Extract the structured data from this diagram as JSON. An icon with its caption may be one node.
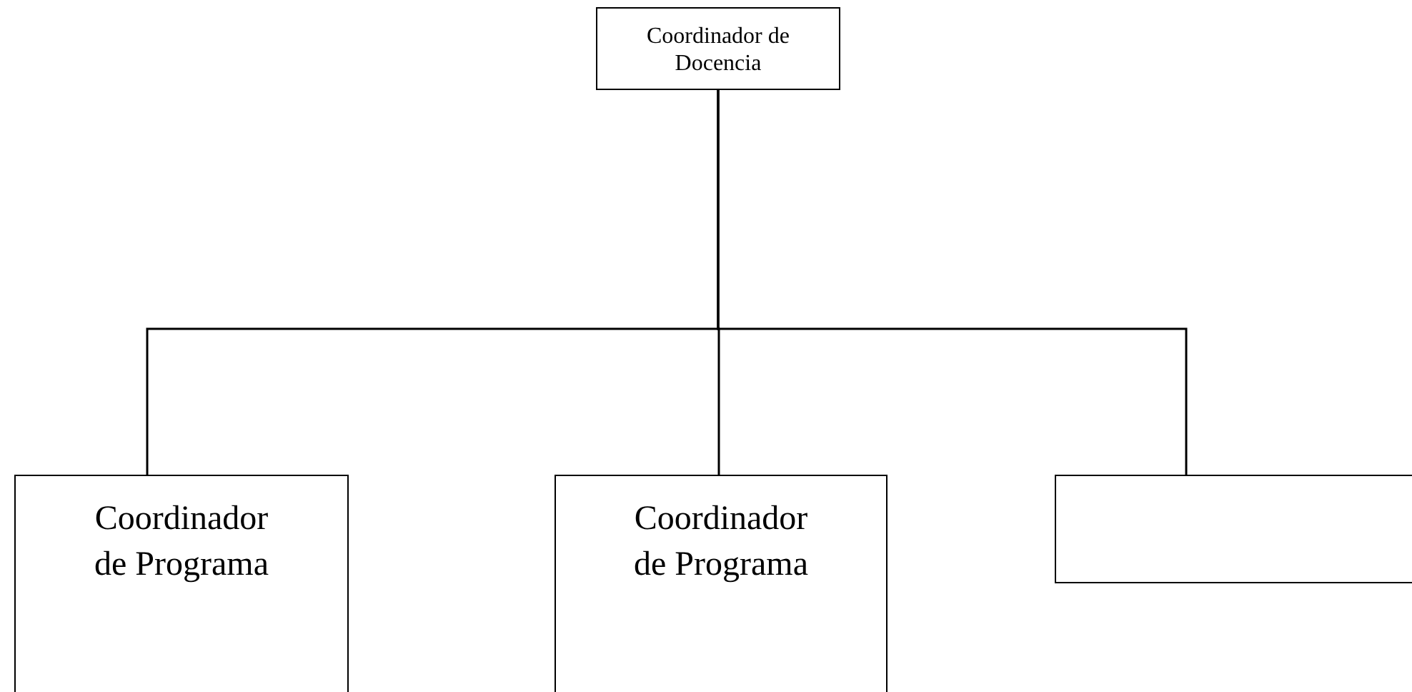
{
  "diagram": {
    "nodes": [
      {
        "text": [
          "Coordinador de Docencia"
        ]
      },
      {
        "text": [
          "Coordinador de Programa"
        ]
      },
      {
        "text": [
          "Coordinador de Programa"
        ]
      },
      {
        "text": [],
        "shape": "box"
      }
    ],
    "edges": [
      {
        "from": 0,
        "to": 1,
        "arrow": "none"
      },
      {
        "from": 0,
        "to": 2,
        "arrow": "none"
      },
      {
        "from": 0,
        "to": 3,
        "arrow": "none"
      }
    ]
  }
}
